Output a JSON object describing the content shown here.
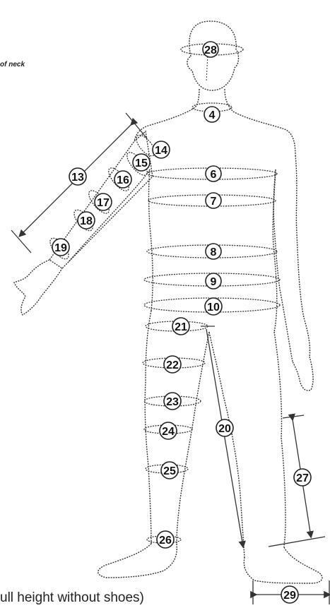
{
  "captions": {
    "top_fragment": "of neck",
    "bottom_fragment": "ull height without shoes)"
  },
  "markers": {
    "m4": "4",
    "m6": "6",
    "m7": "7",
    "m8": "8",
    "m9": "9",
    "m10": "10",
    "m13": "13",
    "m14": "14",
    "m15": "15",
    "m16": "16",
    "m17": "17",
    "m18": "18",
    "m19": "19",
    "m20": "20",
    "m21": "21",
    "m22": "22",
    "m23": "23",
    "m24": "24",
    "m25": "25",
    "m26": "26",
    "m27": "27",
    "m28": "28",
    "m29": "29"
  },
  "colors": {
    "ink": "#333333",
    "background": "#ffffff"
  }
}
